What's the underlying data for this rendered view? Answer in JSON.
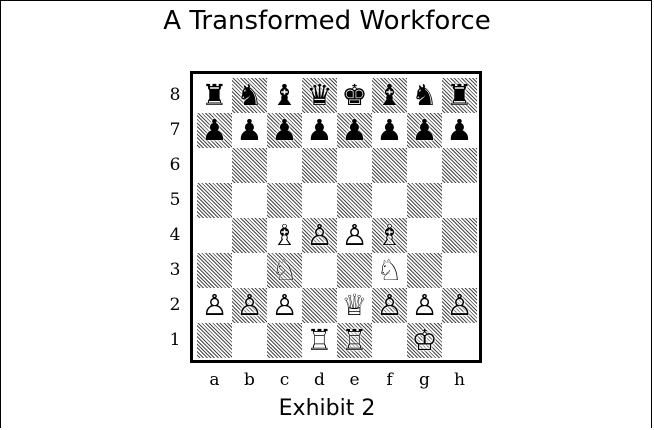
{
  "title": "A Transformed Workforce",
  "caption": "Exhibit 2",
  "files": [
    "a",
    "b",
    "c",
    "d",
    "e",
    "f",
    "g",
    "h"
  ],
  "ranks": [
    "8",
    "7",
    "6",
    "5",
    "4",
    "3",
    "2",
    "1"
  ],
  "board": [
    [
      "r",
      "n",
      "b",
      "q",
      "k",
      "b",
      "n",
      "r"
    ],
    [
      "p",
      "p",
      "p",
      "p",
      "p",
      "p",
      "p",
      "p"
    ],
    [
      "",
      "",
      "",
      "",
      "",
      "",
      "",
      ""
    ],
    [
      "",
      "",
      "",
      "",
      "",
      "",
      "",
      ""
    ],
    [
      "",
      "",
      "B",
      "P",
      "P",
      "B",
      "",
      ""
    ],
    [
      "",
      "",
      "N",
      "",
      "",
      "N",
      "",
      ""
    ],
    [
      "P",
      "P",
      "P",
      "",
      "Q",
      "P",
      "P",
      "P"
    ],
    [
      "",
      "",
      "",
      "R",
      "R",
      "",
      "K",
      ""
    ]
  ],
  "piece_glyphs": {
    "K": "♔",
    "Q": "♕",
    "R": "♖",
    "B": "♗",
    "N": "♘",
    "P": "♙",
    "k": "♚",
    "q": "♛",
    "r": "♜",
    "b": "♝",
    "n": "♞",
    "p": "♟"
  },
  "piece_names": {
    "K": "white-king-icon",
    "Q": "white-queen-icon",
    "R": "white-rook-icon",
    "B": "white-bishop-icon",
    "N": "white-knight-icon",
    "P": "white-pawn-icon",
    "k": "black-king-icon",
    "q": "black-queen-icon",
    "r": "black-rook-icon",
    "b": "black-bishop-icon",
    "n": "black-knight-icon",
    "p": "black-pawn-icon"
  }
}
